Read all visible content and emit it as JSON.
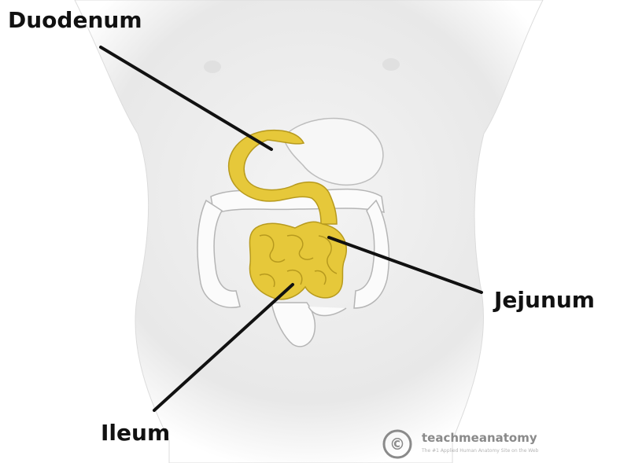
{
  "labels": {
    "duodenum": "Duodenum",
    "jejunum": "Jejunum",
    "ileum": "Ileum"
  },
  "watermark": {
    "symbol": "©",
    "text": "teachmeanatomy",
    "tagline": "The #1 Applied Human Anatomy Site on the Web"
  },
  "colors": {
    "small_intestine": "#e6c83a",
    "small_intestine_outline": "#b79a1e",
    "torso": "#eeeeee",
    "large_intestine": "#fafafa",
    "leader_line": "#111111",
    "watermark": "#8a8a8a"
  }
}
